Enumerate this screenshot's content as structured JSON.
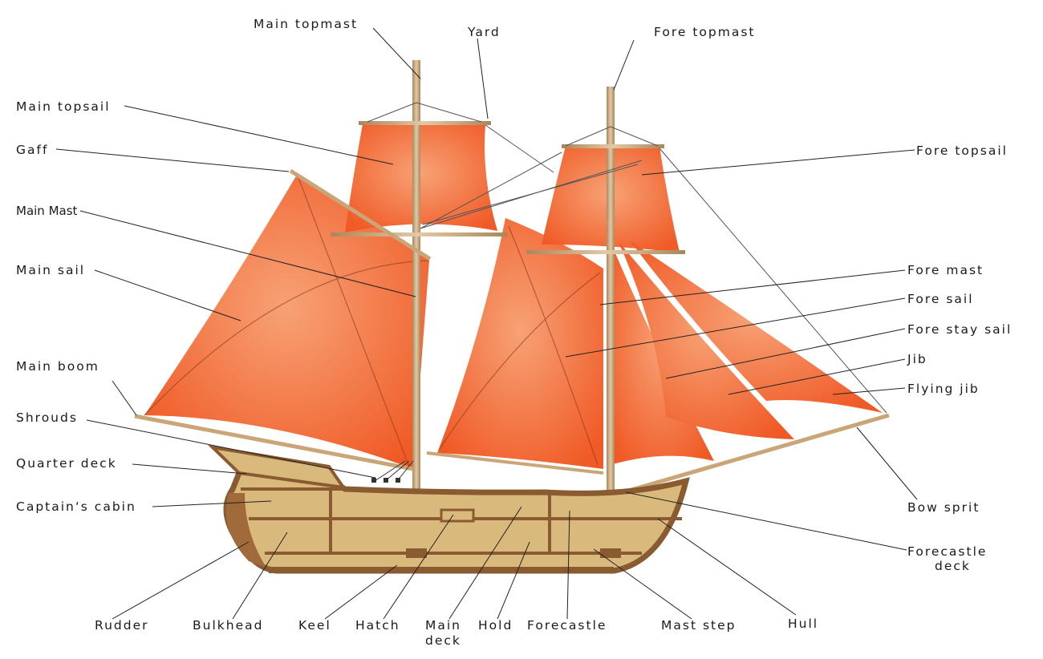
{
  "colors": {
    "sail": "#f26b35",
    "sail_light": "#f7a276",
    "hull_fill": "#d9b97c",
    "hull_dark": "#8a5a30",
    "mast": "#c9a578",
    "line": "#222222"
  },
  "labels": {
    "main_topmast": "Main topmast",
    "yard": "Yard",
    "fore_topmast": "Fore topmast",
    "main_topsail": "Main topsail",
    "gaff": "Gaff",
    "fore_topsail": "Fore topsail",
    "main_mast": "Main Mast",
    "main_sail": "Main sail",
    "fore_mast": "Fore mast",
    "fore_sail": "Fore sail",
    "fore_stay_sail": "Fore stay sail",
    "jib": "Jib",
    "flying_jib": "Flying jib",
    "main_boom": "Main boom",
    "shrouds": "Shrouds",
    "quarter_deck": "Quarter deck",
    "captains_cabin": "Captain‘s cabin",
    "bow_sprit": "Bow sprit",
    "forecastle_deck_1": "Forecastle",
    "forecastle_deck_2": "deck",
    "rudder": "Rudder",
    "bulkhead": "Bulkhead",
    "keel": "Keel",
    "hatch": "Hatch",
    "main_deck_1": "Main",
    "main_deck_2": "deck",
    "hold": "Hold",
    "forecastle": "Forecastle",
    "mast_step": "Mast step",
    "hull": "Hull"
  }
}
